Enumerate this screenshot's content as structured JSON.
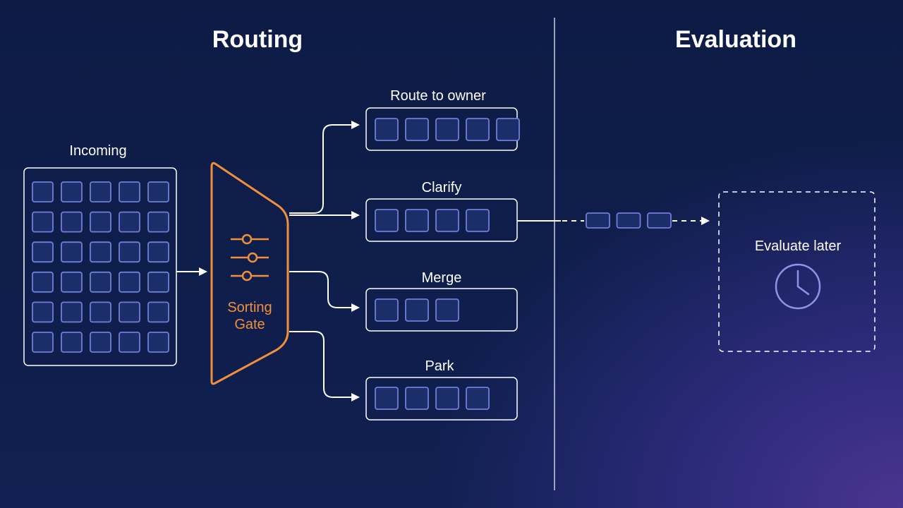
{
  "sections": {
    "routing": "Routing",
    "evaluation": "Evaluation"
  },
  "incoming": {
    "label": "Incoming",
    "rows": 6,
    "cols": 5
  },
  "gate": {
    "line1": "Sorting",
    "line2": "Gate",
    "icon": "sliders-icon"
  },
  "outputs": [
    {
      "label": "Route to owner",
      "items": 5
    },
    {
      "label": "Clarify",
      "items": 4
    },
    {
      "label": "Merge",
      "items": 3
    },
    {
      "label": "Park",
      "items": 4
    }
  ],
  "transit_items": 3,
  "evaluate": {
    "label": "Evaluate later",
    "icon": "clock-icon"
  },
  "colors": {
    "accent": "#f0903a",
    "item_border": "#6f7fd6",
    "item_fill": "#1c2e6a",
    "line": "#ffffff",
    "divider": "#c8cce0"
  }
}
